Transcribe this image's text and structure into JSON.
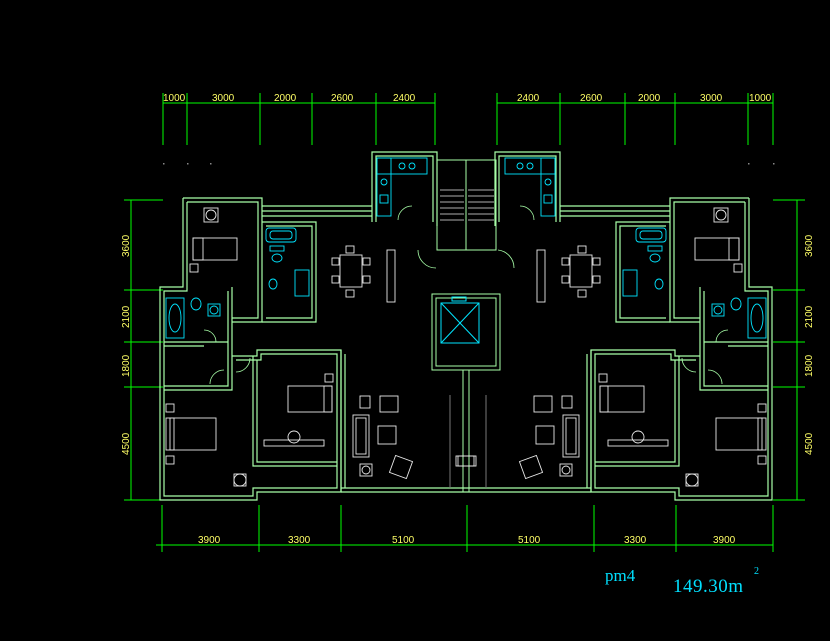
{
  "dimensions": {
    "top_left": [
      "1000",
      "3000",
      "2000",
      "2600",
      "2400"
    ],
    "top_right": [
      "2400",
      "2600",
      "2000",
      "3000",
      "1000"
    ],
    "bottom": [
      "3900",
      "3300",
      "5100",
      "5100",
      "3300",
      "3900"
    ],
    "left": [
      "3600",
      "2100",
      "1800",
      "4500"
    ],
    "right": [
      "3600",
      "2100",
      "1800",
      "4500"
    ]
  },
  "plan_code": "pm4",
  "area": {
    "value": "149.30",
    "unit": "m",
    "superscript": "2"
  },
  "colors": {
    "background": "#000000",
    "dimension_line": "#00ff00",
    "dimension_text": "#ffff66",
    "wall": "#a8ffa8",
    "fixture": "#00e5ff",
    "furniture": "#e8e8e8"
  }
}
